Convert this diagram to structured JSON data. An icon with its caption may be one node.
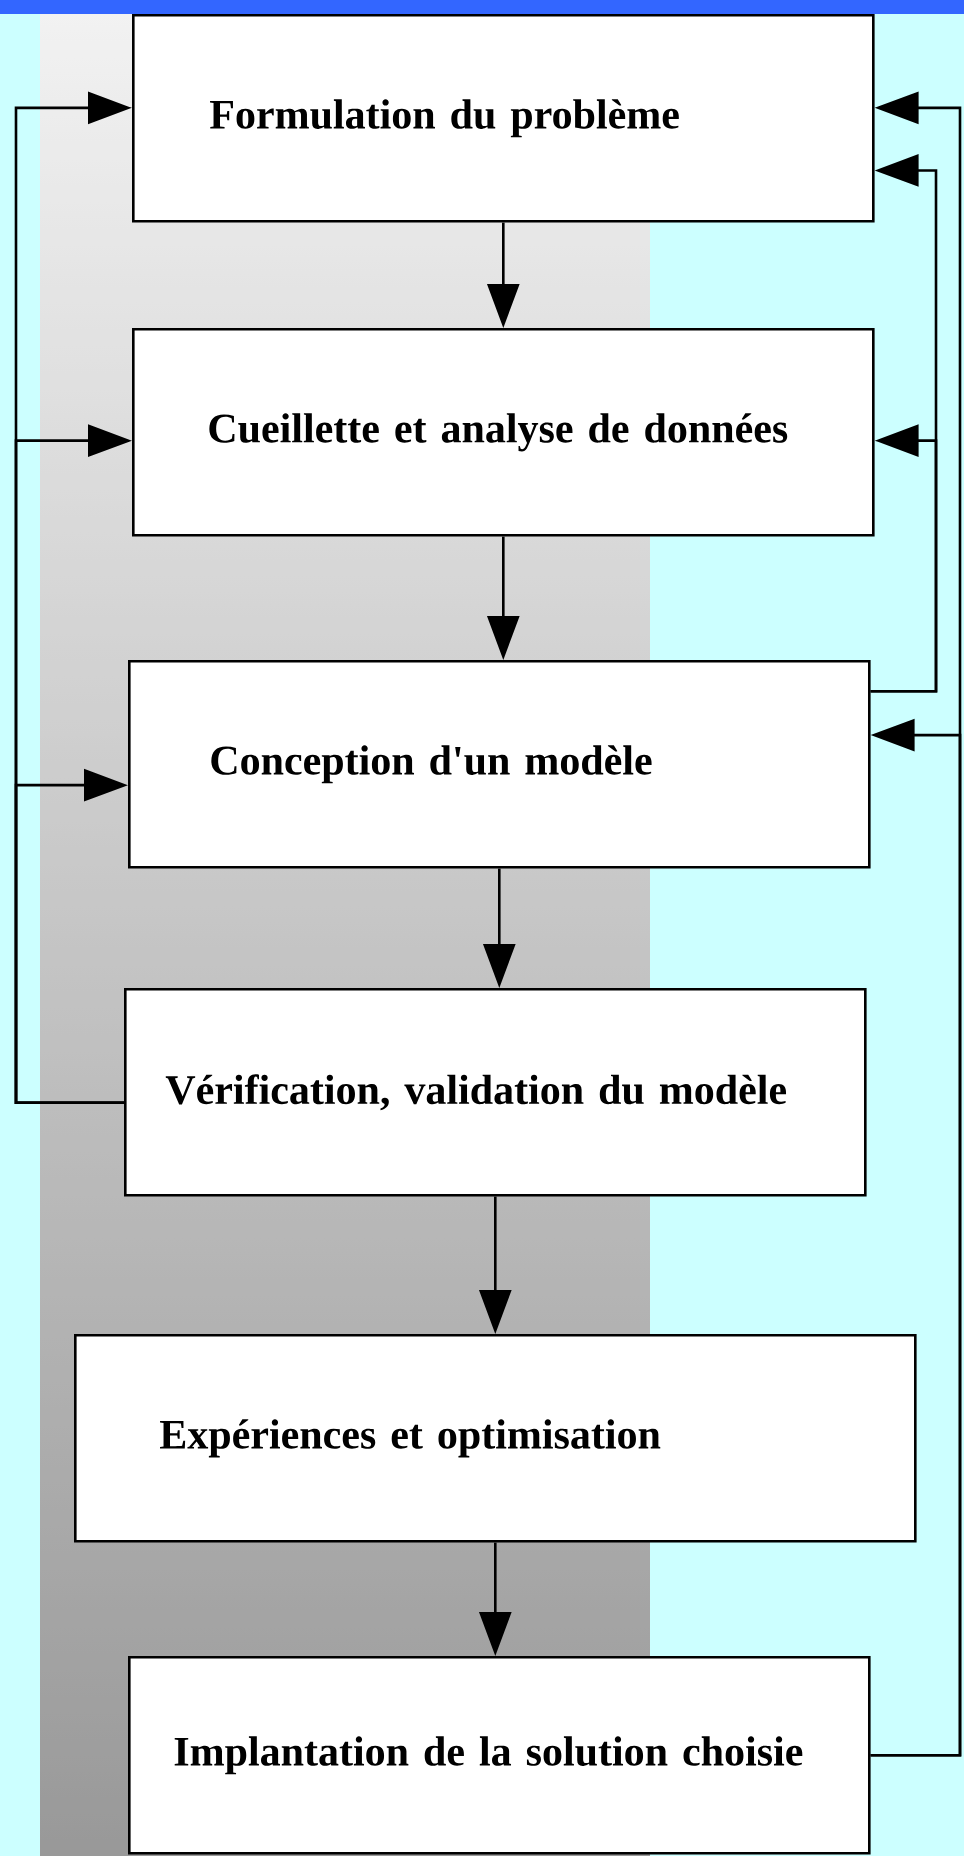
{
  "diagram": {
    "nodes": [
      {
        "text": [
          "Formulation du problème"
        ]
      },
      {
        "text": [
          "Cueillette et analyse de données"
        ]
      },
      {
        "text": [
          "Conception d'un modèle"
        ]
      },
      {
        "text": [
          "Vérification, validation du modèle"
        ]
      },
      {
        "text": [
          "Expériences et optimisation"
        ]
      },
      {
        "text": [
          "Implantation de la solution choisie"
        ]
      }
    ],
    "edges": [
      {
        "from": 0,
        "to": 1,
        "arrow": "to"
      },
      {
        "from": 1,
        "to": 2,
        "arrow": "to"
      },
      {
        "from": 2,
        "to": 3,
        "arrow": "to"
      },
      {
        "from": 3,
        "to": 4,
        "arrow": "to"
      },
      {
        "from": 4,
        "to": 5,
        "arrow": "to"
      },
      {
        "from": 3,
        "to": 0,
        "arrow": "to"
      },
      {
        "from": 3,
        "to": 1,
        "arrow": "to"
      },
      {
        "from": 3,
        "to": 2,
        "arrow": "to"
      },
      {
        "from": 2,
        "to": 0,
        "arrow": "to"
      },
      {
        "from": 2,
        "to": 1,
        "arrow": "to"
      },
      {
        "from": 5,
        "to": 0,
        "arrow": "to"
      },
      {
        "from": 5,
        "to": 2,
        "arrow": "to"
      }
    ]
  }
}
